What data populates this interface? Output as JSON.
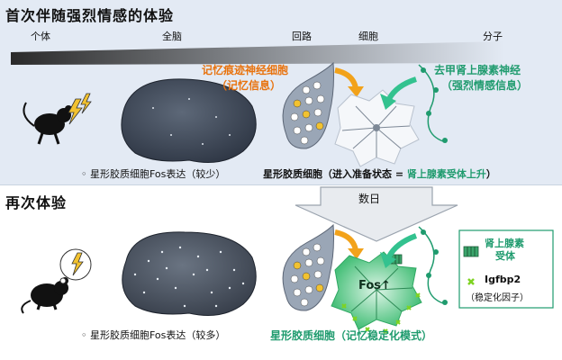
{
  "top": {
    "title": "首次伴随强烈情感的体验",
    "scale": [
      "个体",
      "全脑",
      "回路",
      "细胞",
      "分子"
    ],
    "memory_trace": "记忆痕迹神经细胞",
    "memory_info": "（记忆信息）",
    "noradrenergic": "去甲肾上腺素神经",
    "emotion_info": "（强烈情感信息）",
    "fos_caption": "星形胶质细胞Fos表达（较少）",
    "astro_state_prefix": "星形胶质细胞（进入准备状态 = ",
    "astro_state_highlight": "肾上腺素受体上升",
    "astro_state_suffix": "）"
  },
  "transition": {
    "days": "数日"
  },
  "bottom": {
    "title": "再次体验",
    "fos_caption": "星形胶质细胞Fos表达（较多）",
    "fos_label": "Fos↑",
    "receptor_title": "肾上腺素",
    "receptor_title2": "受体",
    "igfbp2": "Igfbp2",
    "stabilizer": "（稳定化因子）",
    "astro_mode": "星形胶质细胞（记忆稳定化模式）"
  },
  "colors": {
    "orange": "#e8730e",
    "green": "#1f9b6e",
    "cell_gray": "#9aa6b6",
    "dot_yellow": "#f2c230"
  }
}
